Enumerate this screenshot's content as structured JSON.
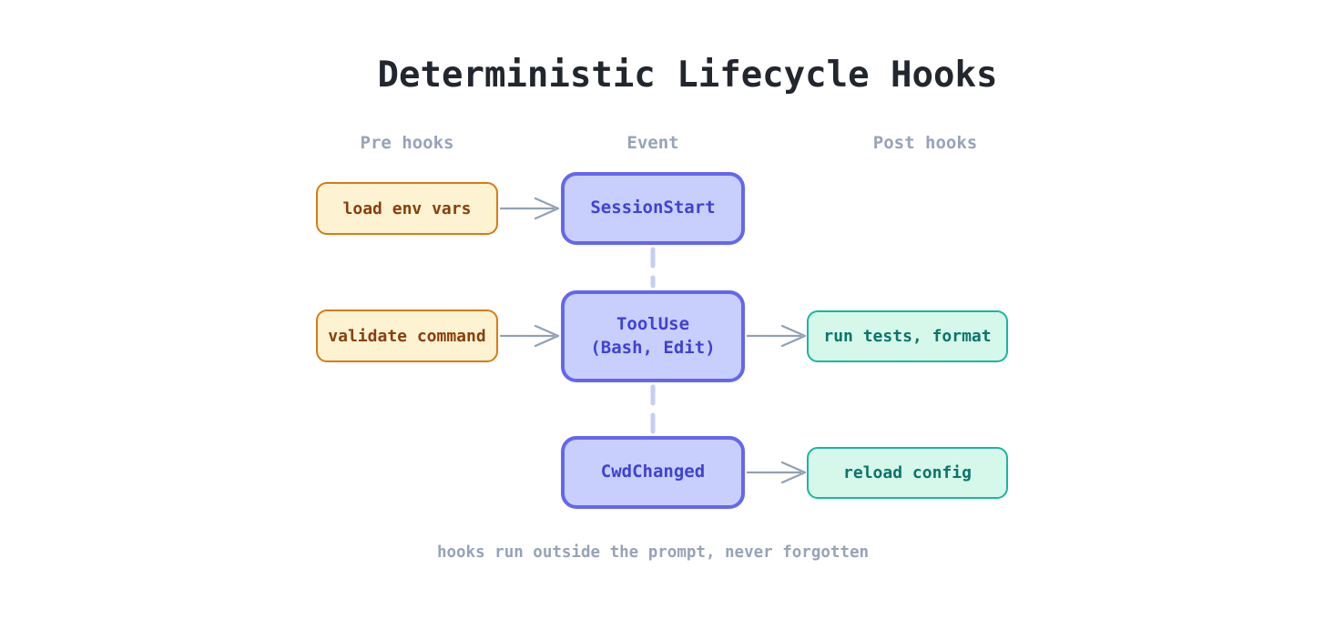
{
  "title": "Deterministic Lifecycle Hooks",
  "columns": {
    "pre": "Pre hooks",
    "event": "Event",
    "post": "Post hooks"
  },
  "rows": [
    {
      "pre": "load env vars",
      "event": "SessionStart"
    },
    {
      "pre": "validate command",
      "event": "ToolUse\n(Bash, Edit)",
      "post": "run tests, format"
    },
    {
      "event": "CwdChanged",
      "post": "reload config"
    }
  ],
  "edges": [
    {
      "from": "load env vars",
      "to": "SessionStart",
      "style": "arrow"
    },
    {
      "from": "validate command",
      "to": "ToolUse",
      "style": "arrow"
    },
    {
      "from": "ToolUse",
      "to": "run tests, format",
      "style": "arrow"
    },
    {
      "from": "CwdChanged",
      "to": "reload config",
      "style": "arrow"
    },
    {
      "from": "SessionStart",
      "to": "ToolUse",
      "style": "dashed"
    },
    {
      "from": "ToolUse",
      "to": "CwdChanged",
      "style": "dashed"
    }
  ],
  "footer": "hooks run outside the prompt, never forgotten",
  "colors": {
    "title_text": "#22262e",
    "muted_text": "#97a3b8",
    "pre_box_bg": "#fdf3d3",
    "pre_box_border": "#d97b12",
    "pre_box_text": "#8a3e0c",
    "event_box_bg": "#c9cffc",
    "event_box_border": "#6467ee",
    "event_box_text": "#3f41d6",
    "post_box_bg": "#d5f8ea",
    "post_box_border": "#17b89e",
    "post_box_text": "#0d7468",
    "arrow": "#91a1b5",
    "connector": "#c5cdf7",
    "canvas_bg": "#ffffff"
  }
}
